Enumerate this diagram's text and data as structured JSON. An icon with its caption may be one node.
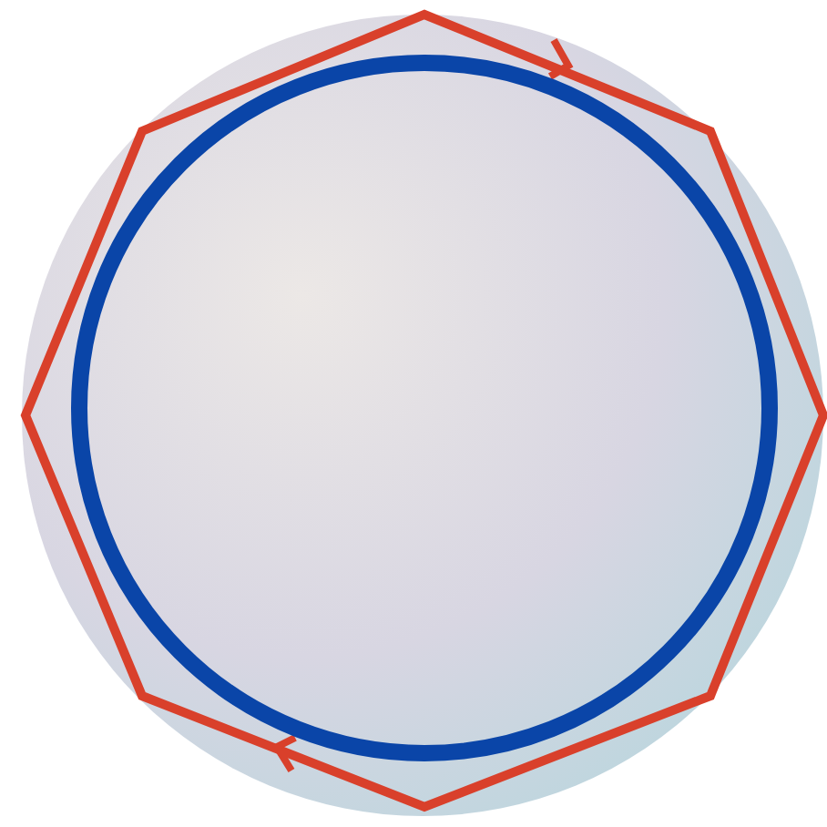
{
  "diagram": {
    "nodes": [
      {
        "text": [],
        "shape": "circle"
      },
      {
        "text": [],
        "shape": "octagon"
      },
      {
        "text": [],
        "shape": "circle",
        "in": 1
      }
    ]
  }
}
